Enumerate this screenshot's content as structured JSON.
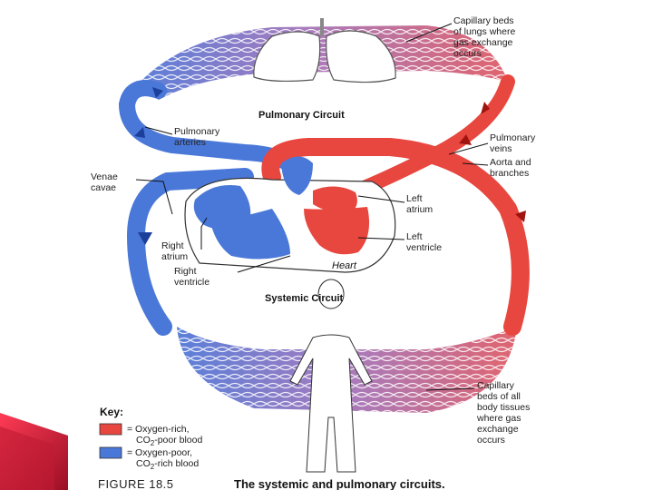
{
  "labels": {
    "lung_capillaries_1": "Capillary beds",
    "lung_capillaries_2": "of lungs where",
    "lung_capillaries_3": "gas exchange",
    "lung_capillaries_4": "occurs",
    "pulmonary_circuit": "Pulmonary Circuit",
    "pulmonary_arteries_1": "Pulmonary",
    "pulmonary_arteries_2": "arteries",
    "pulmonary_veins_1": "Pulmonary",
    "pulmonary_veins_2": "veins",
    "aorta_1": "Aorta and",
    "aorta_2": "branches",
    "venae_cavae_1": "Venae",
    "venae_cavae_2": "cavae",
    "left_atrium_1": "Left",
    "left_atrium_2": "atrium",
    "left_ventricle_1": "Left",
    "left_ventricle_2": "ventricle",
    "right_atrium_1": "Right",
    "right_atrium_2": "atrium",
    "right_ventricle_1": "Right",
    "right_ventricle_2": "ventricle",
    "heart": "Heart",
    "systemic_circuit": "Systemic Circuit",
    "body_capillaries_1": "Capillary",
    "body_capillaries_2": "beds of all",
    "body_capillaries_3": "body tissues",
    "body_capillaries_4": "where gas",
    "body_capillaries_5": "exchange",
    "body_capillaries_6": "occurs"
  },
  "key": {
    "title": "Key:",
    "oxygen_rich_1": "= Oxygen-rich,",
    "oxygen_rich_2_pre": "CO",
    "oxygen_rich_2_sub": "2",
    "oxygen_rich_2_post": "-poor blood",
    "oxygen_poor_1": "= Oxygen-poor,",
    "oxygen_poor_2_pre": "CO",
    "oxygen_poor_2_sub": "2",
    "oxygen_poor_2_post": "-rich blood"
  },
  "caption": {
    "figure": "FIGURE 18.5",
    "text": "The systemic and pulmonary circuits."
  },
  "colors": {
    "oxygen_rich": "#e8473f",
    "oxygen_poor": "#4a78d8",
    "mixed_capillary": "#a56fb0",
    "slide_accent": "#e0243a"
  }
}
